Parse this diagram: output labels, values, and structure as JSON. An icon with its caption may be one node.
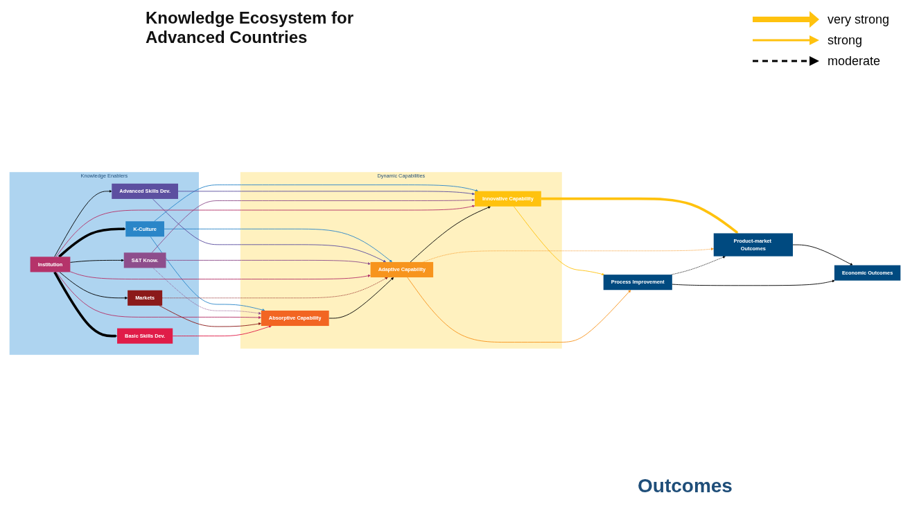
{
  "diagram": {
    "title": "Knowledge Ecosystem for Advanced Countries",
    "nodes": [
      {
        "text": [
          "Knowledge Enablers"
        ]
      },
      {
        "text": [
          "K-Culture"
        ],
        "in": 0
      },
      {
        "text": [
          "Advanced Skills Dev."
        ],
        "in": 0
      },
      {
        "text": [
          "S&T Know."
        ],
        "in": 0
      },
      {
        "text": [
          "Institution"
        ],
        "in": 0
      },
      {
        "text": [
          "Markets"
        ],
        "in": 0
      },
      {
        "text": [
          "Basic Skills Dev."
        ],
        "in": 0
      },
      {
        "text": [
          "Dynamic Capabilities"
        ]
      },
      {
        "text": [
          "Innovative Capability"
        ],
        "in": 7
      },
      {
        "text": [
          "Adaptive Capability"
        ],
        "in": 7
      },
      {
        "text": [
          "Absorptive Capability"
        ],
        "in": 7
      },
      {
        "text": [
          "Product-market Outcomes"
        ]
      },
      {
        "text": [
          "Process Improvement"
        ]
      },
      {
        "text": [
          "Economic Outcomes"
        ]
      }
    ],
    "edges": [
      {
        "from": 4,
        "to": 1,
        "arrow": "to",
        "style": "thick",
        "color": "#000000"
      },
      {
        "from": 4,
        "to": 2,
        "arrow": "to",
        "color": "#000000"
      },
      {
        "from": 4,
        "to": 3,
        "arrow": "to",
        "color": "#000000"
      },
      {
        "from": 4,
        "to": 5,
        "arrow": "to",
        "color": "#000000"
      },
      {
        "from": 4,
        "to": 6,
        "arrow": "to",
        "style": "thick",
        "color": "#000000"
      },
      {
        "from": 1,
        "to": 8,
        "arrow": "to",
        "color": "#2a86c8"
      },
      {
        "from": 1,
        "to": 9,
        "arrow": "to",
        "color": "#2a86c8"
      },
      {
        "from": 1,
        "to": 10,
        "arrow": "to",
        "color": "#2a86c8"
      },
      {
        "from": 2,
        "to": 8,
        "arrow": "to",
        "color": "#5c4fa0"
      },
      {
        "from": 2,
        "to": 9,
        "arrow": "to",
        "color": "#5c4fa0"
      },
      {
        "from": 3,
        "to": 8,
        "arrow": "to",
        "color": "#8e4e8c"
      },
      {
        "from": 3,
        "to": 9,
        "arrow": "to",
        "color": "#8e4e8c"
      },
      {
        "from": 3,
        "to": 10,
        "arrow": "to",
        "style": "dashed",
        "color": "#8e4e8c"
      },
      {
        "from": 4,
        "to": 8,
        "arrow": "to",
        "color": "#b5336a"
      },
      {
        "from": 4,
        "to": 9,
        "arrow": "to",
        "color": "#b5336a"
      },
      {
        "from": 4,
        "to": 10,
        "arrow": "to",
        "color": "#b5336a"
      },
      {
        "from": 5,
        "to": 9,
        "arrow": "to",
        "style": "dashed",
        "color": "#8b1a1a"
      },
      {
        "from": 5,
        "to": 10,
        "arrow": "to",
        "color": "#8b1a1a"
      },
      {
        "from": 6,
        "to": 10,
        "arrow": "to",
        "color": "#e01c48"
      },
      {
        "from": 10,
        "to": 9,
        "arrow": "to",
        "color": "#000000"
      },
      {
        "from": 9,
        "to": 8,
        "arrow": "to",
        "color": "#000000"
      },
      {
        "from": 8,
        "to": 11,
        "arrow": "to",
        "style": "thick",
        "color": "#ffc20e"
      },
      {
        "from": 8,
        "to": 12,
        "arrow": "to",
        "color": "#ffc20e"
      },
      {
        "from": 9,
        "to": 11,
        "arrow": "to",
        "style": "dashed",
        "color": "#f7941d"
      },
      {
        "from": 9,
        "to": 12,
        "arrow": "to",
        "color": "#f7941d"
      },
      {
        "from": 12,
        "to": 11,
        "arrow": "to",
        "style": "dashed",
        "color": "#000000"
      },
      {
        "from": 11,
        "to": 13,
        "arrow": "to",
        "color": "#000000"
      },
      {
        "from": 12,
        "to": 13,
        "arrow": "to",
        "color": "#000000"
      }
    ],
    "labels": [
      "Outcomes"
    ],
    "legend": [
      {
        "text": "very strong"
      },
      {
        "text": "strong"
      },
      {
        "text": "moderate"
      }
    ]
  }
}
